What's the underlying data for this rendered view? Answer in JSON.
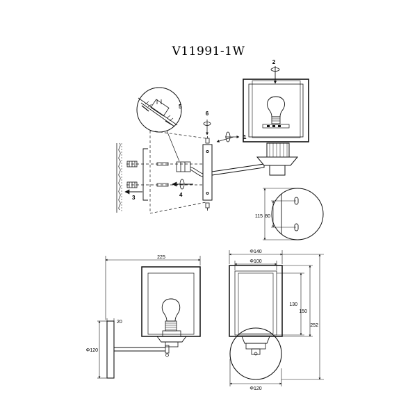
{
  "title": "V11991-1W",
  "steps": [
    "1",
    "2",
    "3",
    "4",
    "5",
    "6"
  ],
  "dimensions": {
    "overall_projection": "225",
    "backplate_depth": "20",
    "backplate_dia": "Φ120",
    "shade_outer_dia": "Φ140",
    "shade_inner_dia": "Φ100",
    "shade_inner_height": "130",
    "shade_outer_height": "150",
    "total_height": "252",
    "base_dia": "Φ120",
    "mount_hole_spacing": "80",
    "mount_plate_height": "115"
  }
}
